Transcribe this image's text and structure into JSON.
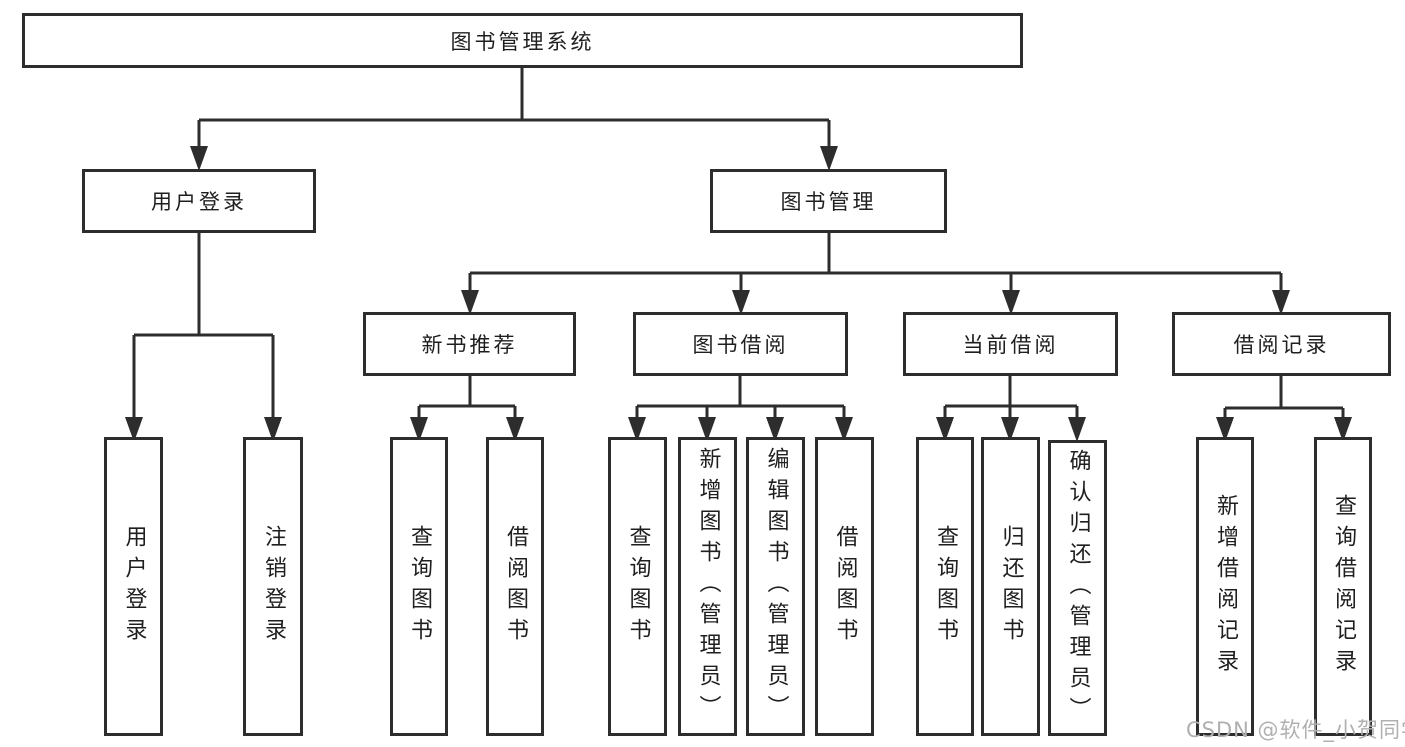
{
  "colors": {
    "line": "#2d2d2d",
    "text": "#1f1f1f",
    "box_background": "#ffffff",
    "watermark": "#b0b0b0"
  },
  "watermark": {
    "text": "CSDN @软件_小贺同学"
  },
  "tree": {
    "label": "图书管理系统",
    "children": [
      {
        "label": "用户登录",
        "children": [
          {
            "label": "用户登录"
          },
          {
            "label": "注销登录"
          }
        ]
      },
      {
        "label": "图书管理",
        "children": [
          {
            "label": "新书推荐",
            "children": [
              {
                "label": "查询图书"
              },
              {
                "label": "借阅图书"
              }
            ]
          },
          {
            "label": "图书借阅",
            "children": [
              {
                "label": "查询图书"
              },
              {
                "label": "新增图书（管理员）"
              },
              {
                "label": "编辑图书（管理员）"
              },
              {
                "label": "借阅图书"
              }
            ]
          },
          {
            "label": "当前借阅",
            "children": [
              {
                "label": "查询图书"
              },
              {
                "label": "归还图书"
              },
              {
                "label": "确认归还（管理员）"
              }
            ]
          },
          {
            "label": "借阅记录",
            "children": [
              {
                "label": "新增借阅记录"
              },
              {
                "label": "查询借阅记录"
              }
            ]
          }
        ]
      }
    ]
  }
}
